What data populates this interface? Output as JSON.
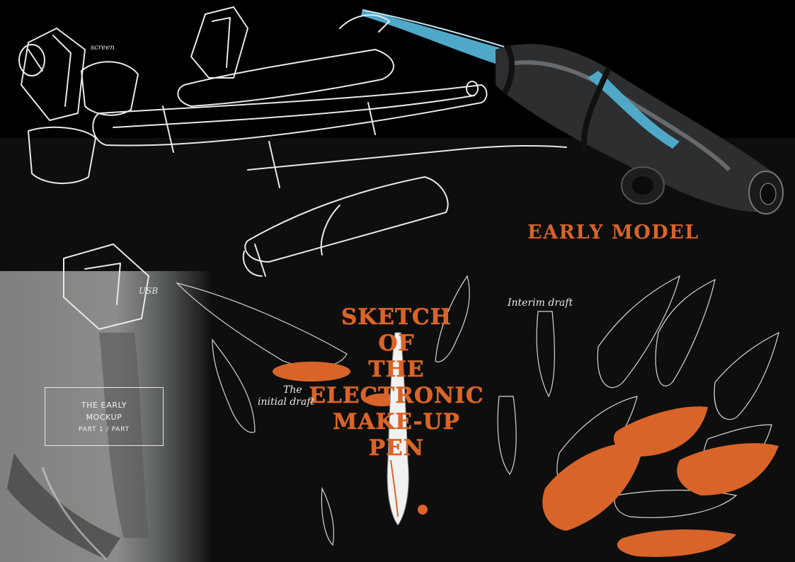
{
  "colors": {
    "background": "#0e0e0e",
    "accent_orange": "#d9642a",
    "accent_cyan": "#4fa8c8",
    "sketch_white": "#e9e9e9"
  },
  "headline": {
    "lines": [
      "SKETCH",
      "OF",
      "THE",
      "ELECTRONIC",
      "MAKE-UP",
      "PEN"
    ]
  },
  "section_title": "EARLY MODEL",
  "annotations": {
    "screen": "screen",
    "usb": "USB",
    "interim": "Interim draft",
    "initial_line1": "The",
    "initial_line2": "initial draft"
  },
  "mockup": {
    "title_line1": "THE EARLY",
    "title_line2": "MOCKUP",
    "part_label": "PART 1  /  PART"
  },
  "icons": [
    "rendered-pen-icon",
    "wireframe-pen-icon",
    "pencil-draft-icon",
    "brush-head-icon"
  ]
}
